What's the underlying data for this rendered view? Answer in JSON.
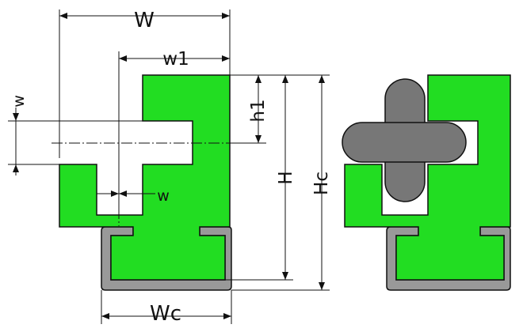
{
  "labels": {
    "W": "W",
    "w1": "w1",
    "w_left": "w",
    "w_inner": "w",
    "h1": "h1",
    "H": "H",
    "Hc": "Hc",
    "Wc": "Wc"
  },
  "colors": {
    "profile": "#22dd22",
    "channel": "#999999",
    "chain": "#777777",
    "outline": "#111111",
    "background": "#ffffff"
  }
}
